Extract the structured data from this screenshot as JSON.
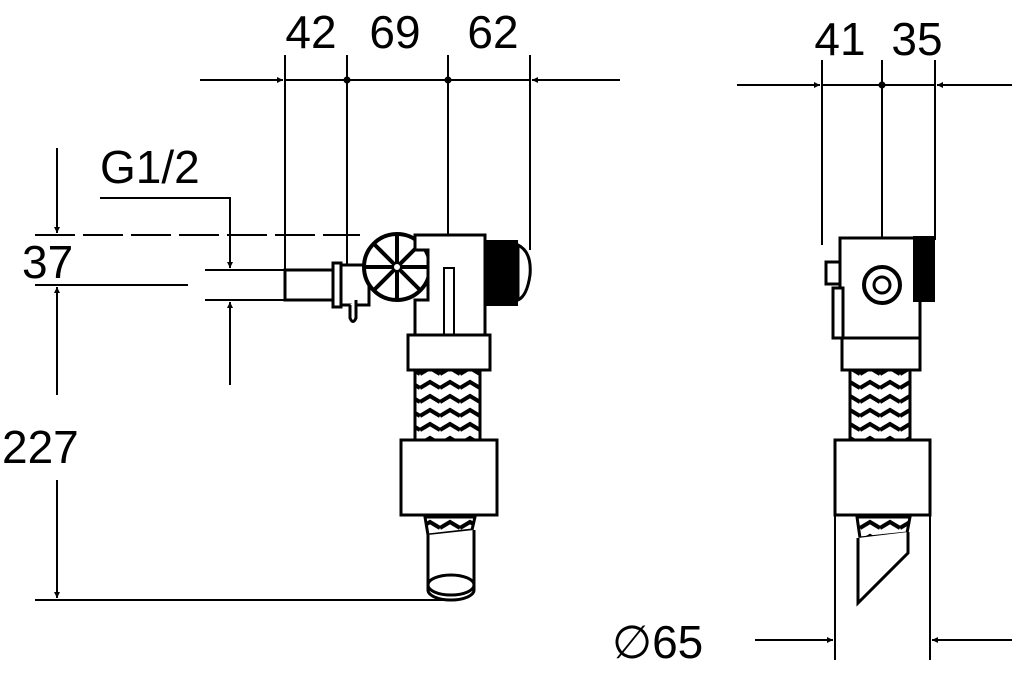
{
  "drawing": {
    "top_dims_left": [
      "42",
      "69",
      "62"
    ],
    "top_dims_right": [
      "41",
      "35"
    ],
    "thread_label": "G1/2",
    "height_small": "37",
    "height_large": "227",
    "diameter": "∅65"
  },
  "colors": {
    "line": "#000000",
    "background": "#ffffff"
  }
}
